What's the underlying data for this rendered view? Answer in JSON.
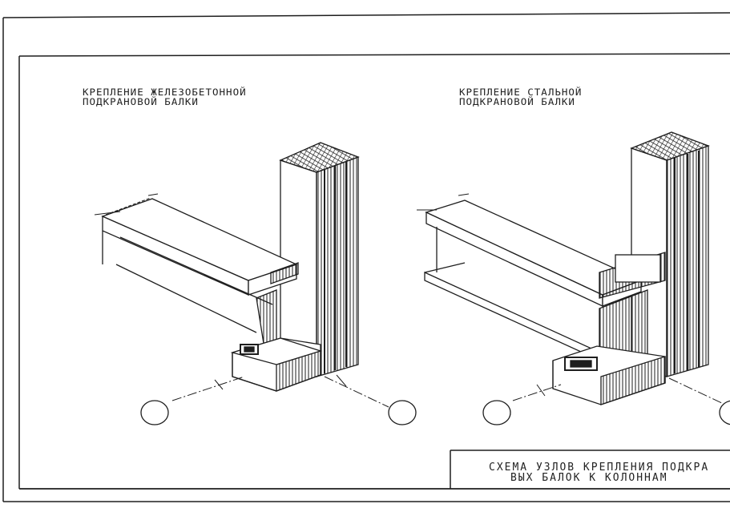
{
  "drawing": {
    "caption_left_line1": "КРЕПЛЕНИЕ ЖЕЛЕЗОБЕТОННОЙ",
    "caption_left_line2": "ПОДКРАНОВОЙ БАЛКИ",
    "caption_right_line1": "КРЕПЛЕНИЕ СТАЛЬНОЙ",
    "caption_right_line2": "ПОДКРАНОВОЙ БАЛКИ",
    "title_line1": "СХЕМА УЗЛОВ КРЕПЛЕНИЯ ПОДКРА",
    "title_line2": "ВЫХ БАЛОК К КОЛОННАМ"
  },
  "colors": {
    "ink": "#1e1e1e",
    "paper": "#ffffff"
  }
}
